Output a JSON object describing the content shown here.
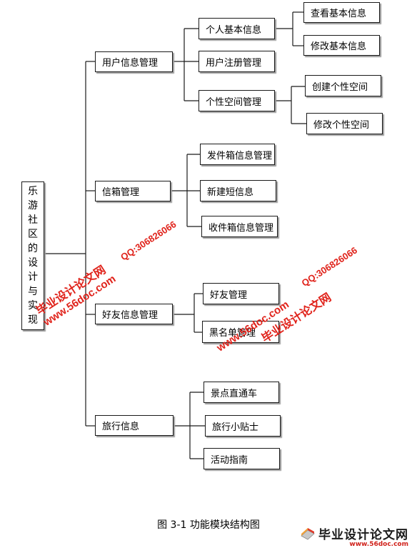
{
  "root": [
    "乐",
    "游",
    "社",
    "区",
    "的",
    "设",
    "计",
    "与",
    "实",
    "现"
  ],
  "modules": {
    "user": {
      "title": "用户信息管理",
      "basic": "个人基本信息",
      "view_basic": "查看基本信息",
      "edit_basic": "修改基本信息",
      "register": "用户注册管理",
      "space": "个性空间管理",
      "create_space": "创建个性空间",
      "edit_space": "修改个性空间"
    },
    "mail": {
      "title": "信箱管理",
      "outbox": "发件箱信息管理",
      "new_msg": "新建短信息",
      "inbox": "收件箱信息管理"
    },
    "friend": {
      "title": "好友信息管理",
      "friends": "好友管理",
      "blacklist": "黑名单管理"
    },
    "travel": {
      "title": "旅行信息",
      "direct_bus": "景点直通车",
      "tips": "旅行小贴士",
      "guide": "活动指南"
    }
  },
  "caption": "图 3-1 功能模块结构图",
  "watermark": {
    "brand": "毕业设计论文网",
    "qq": "QQ:306826066",
    "url": "www.56doc.com",
    "color": "#e0231b"
  },
  "brandmark": {
    "name": "毕业设计论文网",
    "url": "www.56doc.com"
  }
}
